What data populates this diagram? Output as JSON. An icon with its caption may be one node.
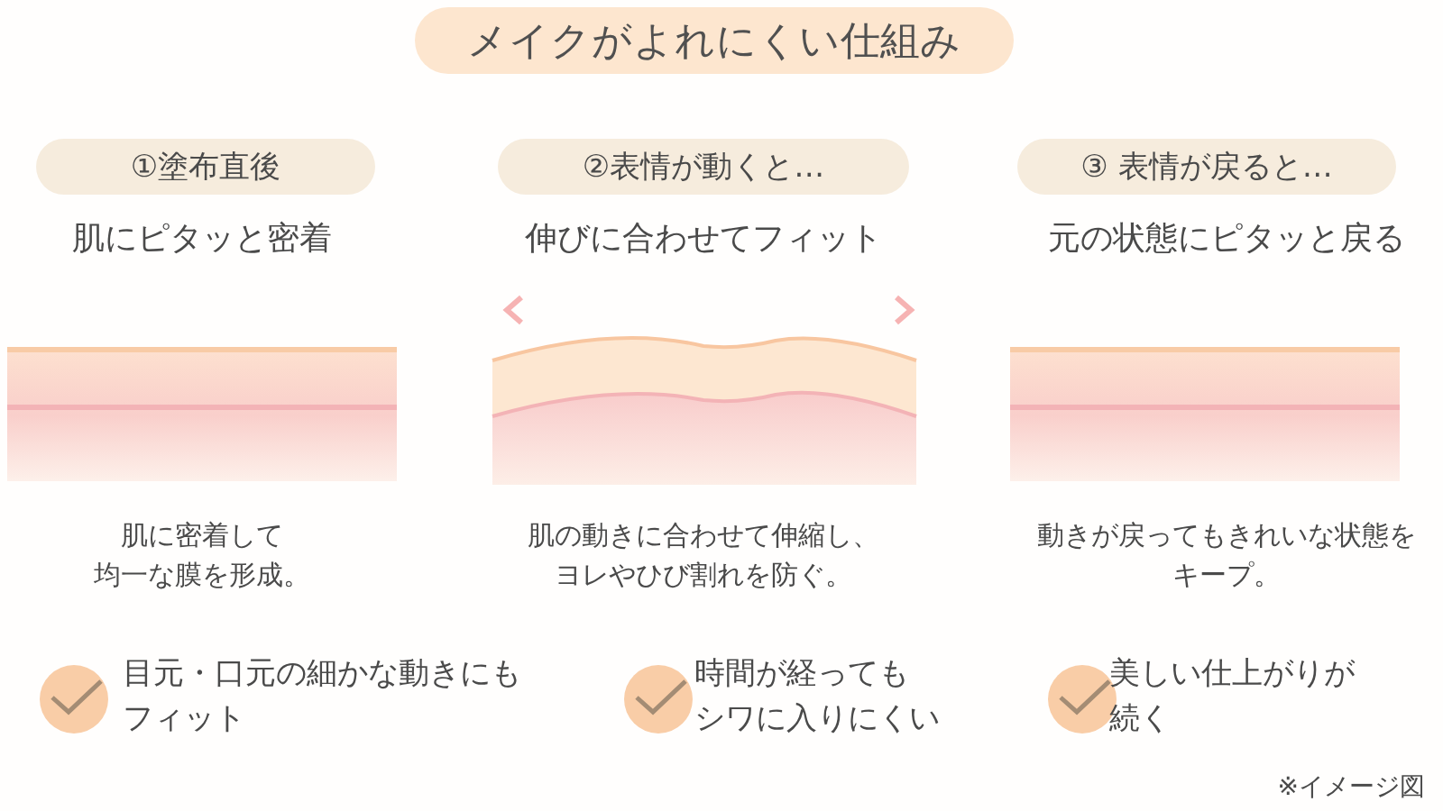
{
  "diagram": {
    "title": "メイクがよれにくい仕組み",
    "nodes": [
      {
        "text": [
          "①塗布直後"
        ]
      },
      {
        "text": [
          "②表情が動くと…"
        ]
      },
      {
        "text": [
          "③ 表情が戻ると…"
        ]
      }
    ],
    "labels": [
      "肌にピタッと密着",
      "伸びに合わせてフィット",
      "元の状態にピタッと戻る",
      "肌に密着して均一な膜を形成。",
      "肌の動きに合わせて伸縮し、ヨレやひび割れを防ぐ。",
      "動きが戻ってもきれいな状態をキープ。",
      "目元・口元の細かな動きにもフィット",
      "時間が経ってもシワに入りにくい",
      "美しい仕上がりが続く",
      "※イメージ図"
    ]
  }
}
